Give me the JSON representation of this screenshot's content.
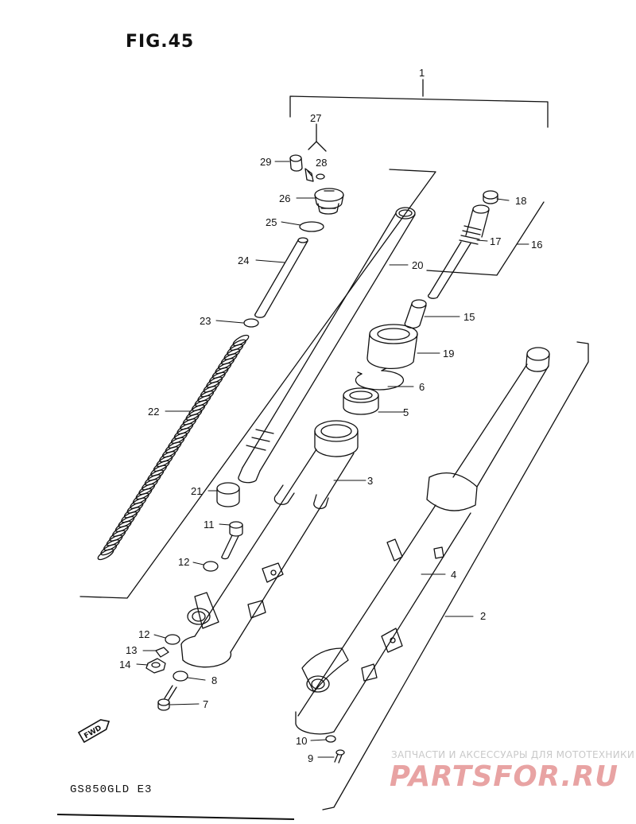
{
  "figure_title": "FIG.45",
  "model_code": "GS850GLD  E3",
  "fwd_badge": "FWD",
  "watermark": {
    "caption": "ЗАПЧАСТИ И АКСЕССУАРЫ ДЛЯ МОТОТЕХНИКИ",
    "logo_text": "PARTSFOR.RU",
    "color": "#e8a3a3"
  },
  "part_labels": {
    "p1": "1",
    "p2": "2",
    "p3": "3",
    "p4": "4",
    "p5": "5",
    "p6": "6",
    "p7": "7",
    "p8": "8",
    "p9": "9",
    "p10": "10",
    "p11": "11",
    "p12a": "12",
    "p12b": "12",
    "p13": "13",
    "p14": "14",
    "p15": "15",
    "p16": "16",
    "p17": "17",
    "p18": "18",
    "p19": "19",
    "p20": "20",
    "p21": "21",
    "p22": "22",
    "p23": "23",
    "p24": "24",
    "p25": "25",
    "p26": "26",
    "p27": "27",
    "p28": "28",
    "p29": "29"
  }
}
